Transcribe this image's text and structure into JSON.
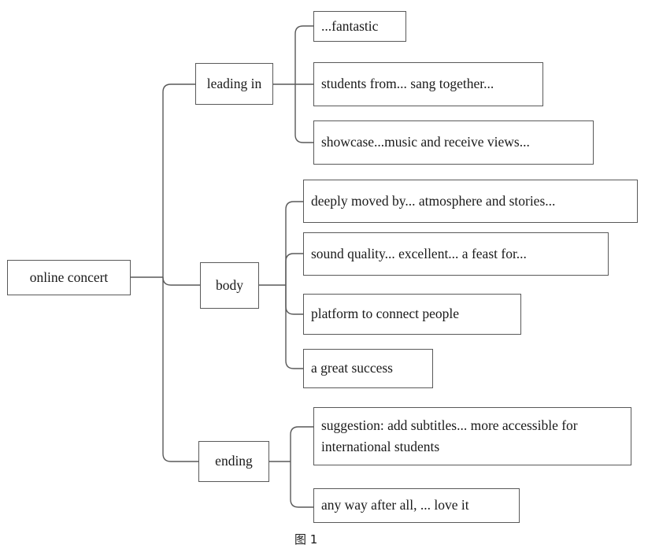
{
  "figure": {
    "caption": "图 1",
    "line_color": "#595959",
    "text_color": "#1a1a1a",
    "background": "#ffffff"
  },
  "root": {
    "label": "online concert"
  },
  "branches": [
    {
      "label": "leading in",
      "children": [
        {
          "label": "...fantastic"
        },
        {
          "label": "students from... sang together..."
        },
        {
          "label": "showcase...music and receive views..."
        }
      ]
    },
    {
      "label": "body",
      "children": [
        {
          "label": "deeply moved by... atmosphere and stories..."
        },
        {
          "label": "sound quality... excellent... a feast for..."
        },
        {
          "label": "platform to connect people"
        },
        {
          "label": "a great success"
        }
      ]
    },
    {
      "label": "ending",
      "children": [
        {
          "label": "suggestion: add subtitles... more accessible for international students"
        },
        {
          "label": "any way after all, ... love it"
        }
      ]
    }
  ]
}
